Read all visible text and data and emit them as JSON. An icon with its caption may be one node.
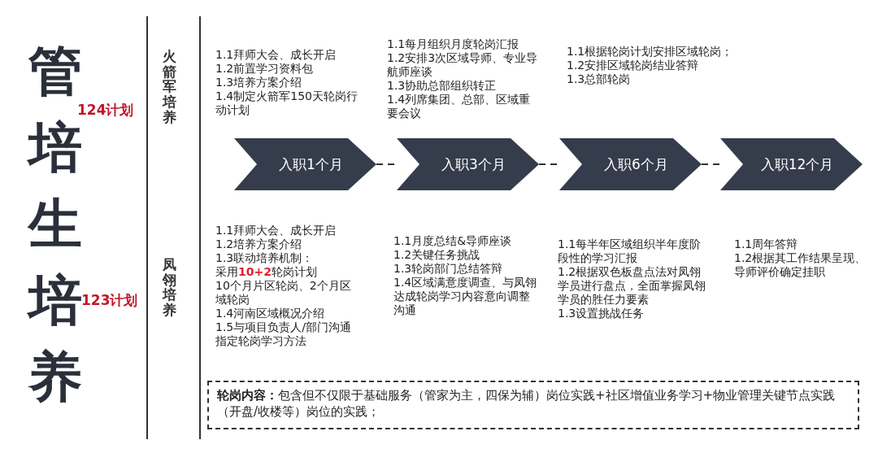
{
  "diagram": {
    "title": "管培生培养",
    "nodes": [
      {
        "text": [
          "入职1个月"
        ]
      },
      {
        "text": [
          "入职3个月"
        ]
      },
      {
        "text": [
          "入职6个月"
        ]
      },
      {
        "text": [
          "入职12个月"
        ]
      },
      {
        "text": [
          "**轮岗内容：**包含但不仅限于基础服务（管家为主，四保为辅）岗位实践+社区增值业务学习+物业管理关键节点实践（开盘/收楼等）岗位的实践；"
        ]
      }
    ],
    "edges": [
      {
        "from": 0,
        "to": 1,
        "arrow": "none",
        "style": "dashed"
      },
      {
        "from": 1,
        "to": 2,
        "arrow": "none",
        "style": "dashed"
      },
      {
        "from": 2,
        "to": 3,
        "arrow": "none",
        "style": "dashed"
      }
    ],
    "labels": [
      "124计划",
      "火箭军培养",
      "123计划",
      "凤翎培养",
      "1.1拜师大会、成长开启",
      "1.2前置学习资料包",
      "1.3培养方案介绍",
      "1.4制定火箭军150天轮岗行动计划",
      "1.1每月组织月度轮岗汇报",
      "1.2安排3次区域导师、专业导航师座谈",
      "1.3协助总部组织转正",
      "1.4列席集团、总部、区域重要会议",
      "1.1根据轮岗计划安排区域轮岗；",
      "1.2安排区域轮岗结业答辩",
      "1.3总部轮岗",
      "1.1拜师大会、成长开启",
      "1.2培养方案介绍",
      "1.3联动培养机制：",
      "采用**10+2**轮岗计划",
      "10个月片区轮岗、2个月区域轮岗",
      "1.4河南区域概况介绍",
      "1.5与项目负责人/部门沟通指定轮岗学习方法",
      "1.1月度总结&导师座谈",
      "1.2关键任务挑战",
      "1.3轮岗部门总结答辩",
      "1.4区域满意度调查、与凤翎达成轮岗学习内容意向调整沟通",
      "1.1每半年区域组织半年度阶段性的学习汇报",
      "1.2根据双色板盘点法对凤翎学员进行盘点，全面掌握凤翎学员的胜任力要素",
      "1.3设置挑战任务",
      "1.1周年答辩",
      "1.2根据其工作结果呈现、导师评价确定挂职"
    ]
  }
}
